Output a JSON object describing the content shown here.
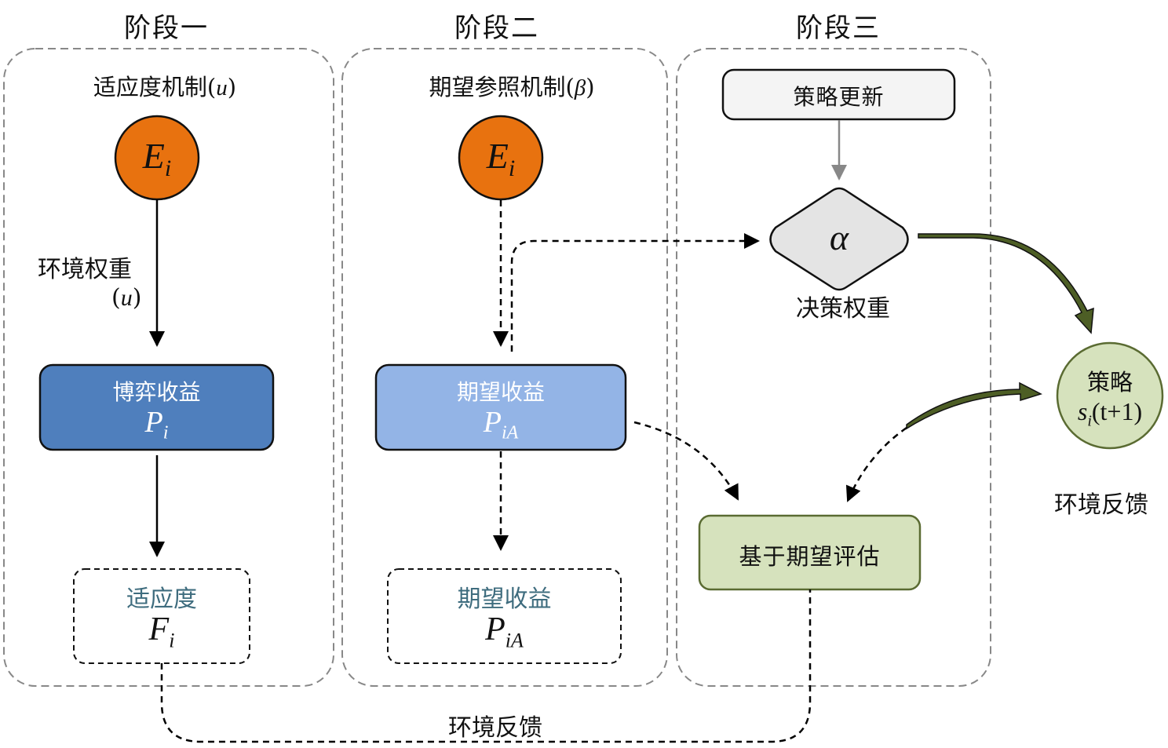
{
  "diagram": {
    "stages": [
      {
        "title": "阶段一",
        "mechanism": "适应度机制",
        "mechanism_param": "u",
        "source_node": {
          "base": "E",
          "sub": "i"
        },
        "edge_label_line1": "环境权重",
        "edge_label_param": "u",
        "process_box": {
          "label": "博弈收益",
          "symbol_base": "P",
          "symbol_sub": "i"
        },
        "output_box": {
          "label": "适应度",
          "symbol_base": "F",
          "symbol_sub": "i"
        }
      },
      {
        "title": "阶段二",
        "mechanism": "期望参照机制",
        "mechanism_param": "β",
        "source_node": {
          "base": "E",
          "sub": "i"
        },
        "process_box": {
          "label": "期望收益",
          "symbol_base": "P",
          "symbol_sub": "iA"
        },
        "output_box": {
          "label": "期望收益",
          "symbol_base": "P",
          "symbol_sub": "iA"
        }
      },
      {
        "title": "阶段三",
        "update_box": "策略更新",
        "decision_node": {
          "symbol": "α",
          "label": "决策权重"
        },
        "evaluation_box": "基于期望评估"
      }
    ],
    "strategy_node": {
      "label": "策略",
      "symbol_base": "s",
      "symbol_sub": "i",
      "symbol_arg": "(t+1)"
    },
    "feedback_label_right": "环境反馈",
    "feedback_label_bottom": "环境反馈",
    "colors": {
      "orange": "#E8720F",
      "blue_dark": "#4F7FBD",
      "blue_light": "#93B4E6",
      "green_fill": "#D6E2BD",
      "green_stroke": "#5A6B32",
      "green_arrow": "#4D5E25",
      "teal_text": "#3E6C7E",
      "gray_dash": "#888888",
      "diamond_fill": "#E4E4E4",
      "update_fill": "#F4F4F4"
    }
  }
}
